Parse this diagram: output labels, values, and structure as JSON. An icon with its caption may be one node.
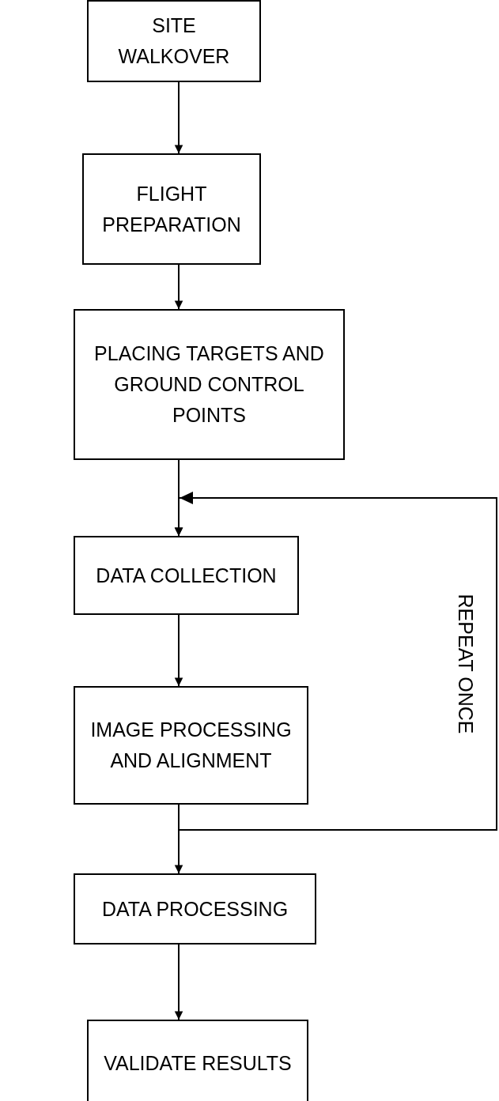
{
  "diagram": {
    "nodes": [
      {
        "text": [
          "SITE WALKOVER"
        ]
      },
      {
        "text": [
          "FLIGHT PREPARATION"
        ]
      },
      {
        "text": [
          "PLACING TARGETS AND GROUND CONTROL POINTS"
        ]
      },
      {
        "text": [
          "DATA COLLECTION"
        ]
      },
      {
        "text": [
          "IMAGE PROCESSING AND ALIGNMENT"
        ]
      },
      {
        "text": [
          "DATA PROCESSING"
        ]
      },
      {
        "text": [
          "VALIDATE RESULTS"
        ]
      }
    ],
    "edges": [
      {
        "from": 0,
        "to": 1,
        "arrow": "to"
      },
      {
        "from": 1,
        "to": 2,
        "arrow": "to"
      },
      {
        "from": 2,
        "to": 3,
        "arrow": "to"
      },
      {
        "from": 3,
        "to": 4,
        "arrow": "to"
      },
      {
        "from": 4,
        "to": 5,
        "arrow": "to"
      },
      {
        "from": 5,
        "to": 6,
        "arrow": "to"
      },
      {
        "from": 4,
        "to": 3,
        "arrow": "to",
        "label": "REPEAT ONCE"
      }
    ]
  }
}
